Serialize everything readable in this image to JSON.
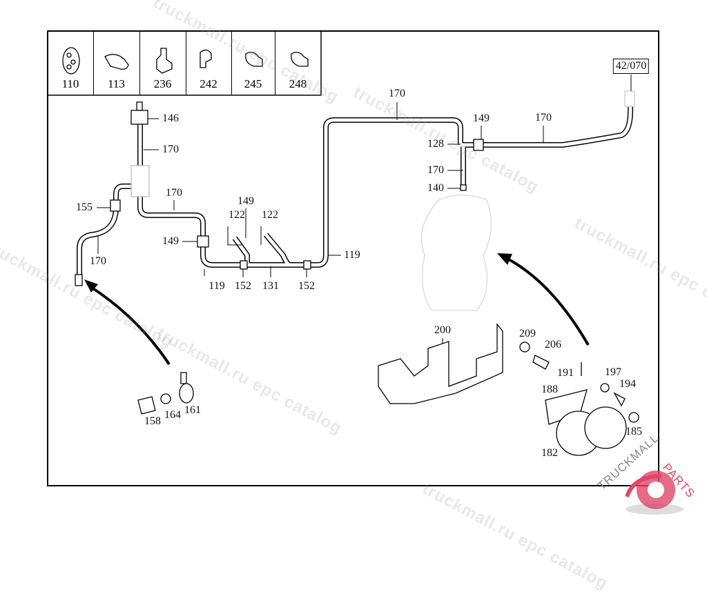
{
  "thumbnails": [
    "110",
    "113",
    "236",
    "242",
    "245",
    "248"
  ],
  "reference_box": "42/070",
  "callouts": [
    "146",
    "170",
    "170",
    "155",
    "170",
    "149",
    "122",
    "122",
    "149",
    "119",
    "152",
    "131",
    "152",
    "119",
    "170",
    "149",
    "170",
    "128",
    "170",
    "140",
    "200",
    "209",
    "206",
    "191",
    "197",
    "194",
    "188",
    "185",
    "182",
    "158",
    "164",
    "161"
  ],
  "watermark": "truckmall.ru epc catalog",
  "logo": {
    "text_main": "TRUCKMALL",
    "text_accent": "PARTS",
    "accent_color": "#e0466a"
  }
}
